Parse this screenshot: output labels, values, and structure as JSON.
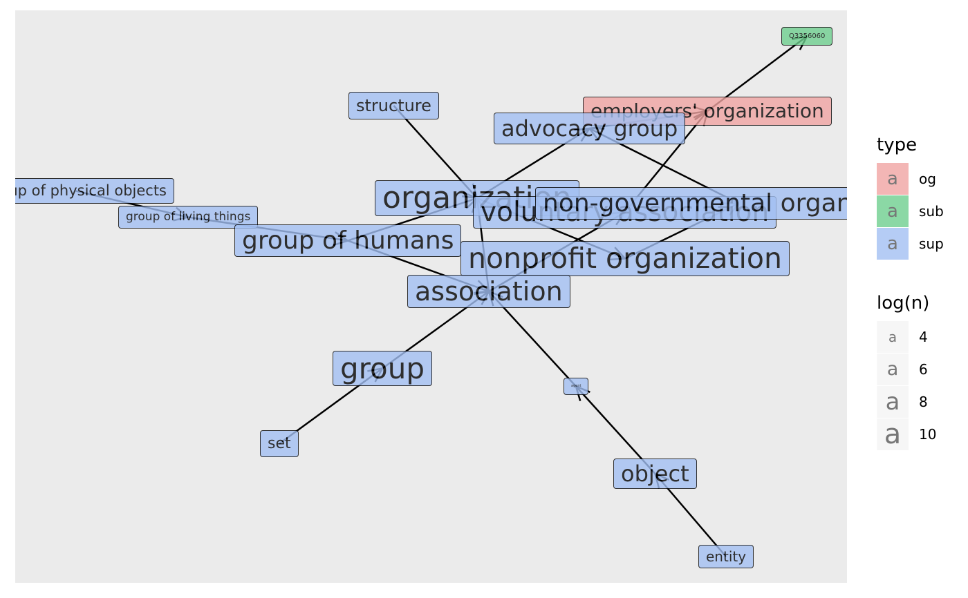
{
  "nodes": [
    {
      "id": "q3356060",
      "label": "Q3356060",
      "type": "sub",
      "size": 4
    },
    {
      "id": "employers",
      "label": "employers' organization",
      "type": "og",
      "size": 8
    },
    {
      "id": "structure",
      "label": "structure",
      "type": "sup",
      "size": 7
    },
    {
      "id": "advocacy",
      "label": "advocacy group",
      "type": "sup",
      "size": 9
    },
    {
      "id": "physical",
      "label": "group of physical objects",
      "type": "sup",
      "size": 6
    },
    {
      "id": "living",
      "label": "group of living things",
      "type": "sup",
      "size": 5
    },
    {
      "id": "organization",
      "label": "organization",
      "type": "sup",
      "size": 11
    },
    {
      "id": "voluntary",
      "label": "voluntary association",
      "type": "sup",
      "size": 10
    },
    {
      "id": "ngo",
      "label": "non-governmental organization",
      "type": "sup",
      "size": 10
    },
    {
      "id": "humans",
      "label": "group of humans",
      "type": "sup",
      "size": 9
    },
    {
      "id": "nonprofit",
      "label": "nonprofit organization",
      "type": "sup",
      "size": 11
    },
    {
      "id": "association",
      "label": "association",
      "type": "sup",
      "size": 10
    },
    {
      "id": "group",
      "label": "group",
      "type": "sup",
      "size": 11
    },
    {
      "id": "agent",
      "label": "agent",
      "type": "sup",
      "size": 3
    },
    {
      "id": "set",
      "label": "set",
      "type": "sup",
      "size": 6
    },
    {
      "id": "object",
      "label": "object",
      "type": "sup",
      "size": 9
    },
    {
      "id": "entity",
      "label": "entity",
      "type": "sup",
      "size": 6
    }
  ],
  "edges": [
    {
      "from": "employers",
      "to": "q3356060"
    },
    {
      "from": "advocacy",
      "to": "employers"
    },
    {
      "from": "voluntary",
      "to": "employers"
    },
    {
      "from": "organization",
      "to": "advocacy"
    },
    {
      "from": "ngo",
      "to": "advocacy"
    },
    {
      "from": "structure",
      "to": "organization"
    },
    {
      "from": "humans",
      "to": "organization"
    },
    {
      "from": "association",
      "to": "organization"
    },
    {
      "from": "organization",
      "to": "nonprofit"
    },
    {
      "from": "nonprofit",
      "to": "ngo"
    },
    {
      "from": "association",
      "to": "voluntary"
    },
    {
      "from": "physical",
      "to": "living"
    },
    {
      "from": "living",
      "to": "humans"
    },
    {
      "from": "humans",
      "to": "association"
    },
    {
      "from": "group",
      "to": "association"
    },
    {
      "from": "set",
      "to": "group"
    },
    {
      "from": "agent",
      "to": "association"
    },
    {
      "from": "object",
      "to": "agent"
    },
    {
      "from": "entity",
      "to": "object"
    }
  ],
  "legend": {
    "type": {
      "title": "type",
      "items": [
        {
          "key": "og",
          "label": "og",
          "color": "#f1a5a3"
        },
        {
          "key": "sub",
          "label": "sub",
          "color": "#6fcf8f"
        },
        {
          "key": "sup",
          "label": "sup",
          "color": "#a3c0f3"
        }
      ]
    },
    "size": {
      "title": "log(n)",
      "items": [
        {
          "label": "4",
          "value": 4
        },
        {
          "label": "6",
          "value": 6
        },
        {
          "label": "8",
          "value": 8
        },
        {
          "label": "10",
          "value": 10
        }
      ]
    },
    "key_glyph": "a"
  },
  "colors": {
    "og": "#f1a5a3",
    "sub": "#6fcf8f",
    "sup": "#a3c0f3",
    "panel": "#ebebeb"
  }
}
